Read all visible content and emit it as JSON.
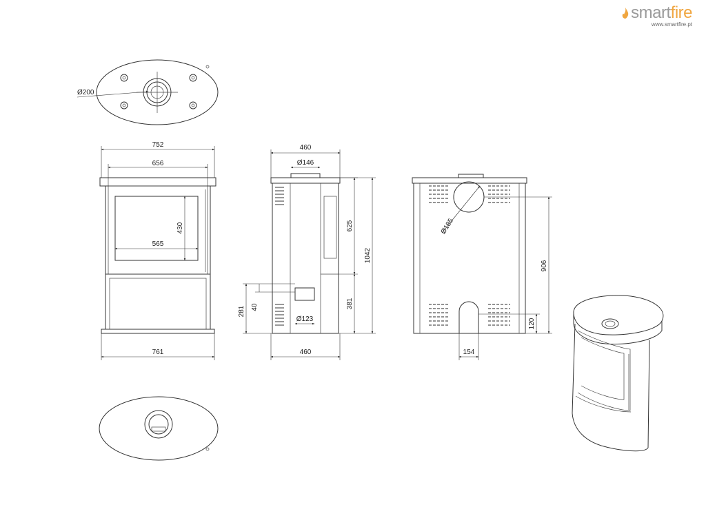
{
  "brand": {
    "name_main": "smart",
    "name_accent": "fire",
    "url": "www.smartfire.pt",
    "colors": {
      "accent": "#f0a640",
      "text": "#9a9a9a"
    }
  },
  "dimensions": {
    "top_flue_diameter": "Ø200",
    "front_top_width": "752",
    "front_inner_width": "656",
    "glass_height": "430",
    "glass_width": "565",
    "front_base_width": "761",
    "side_top_depth": "460",
    "side_flue_diameter": "Ø146",
    "side_flue_height": "625",
    "side_total_height": "1042",
    "side_lower_height": "381",
    "side_air_height": "281",
    "side_air_offset": "40",
    "side_air_diameter": "Ø123",
    "side_base_depth": "460",
    "rear_flue_diameter": "Ø185",
    "rear_flue_height": "906",
    "rear_air_height": "120",
    "rear_air_width": "154"
  }
}
